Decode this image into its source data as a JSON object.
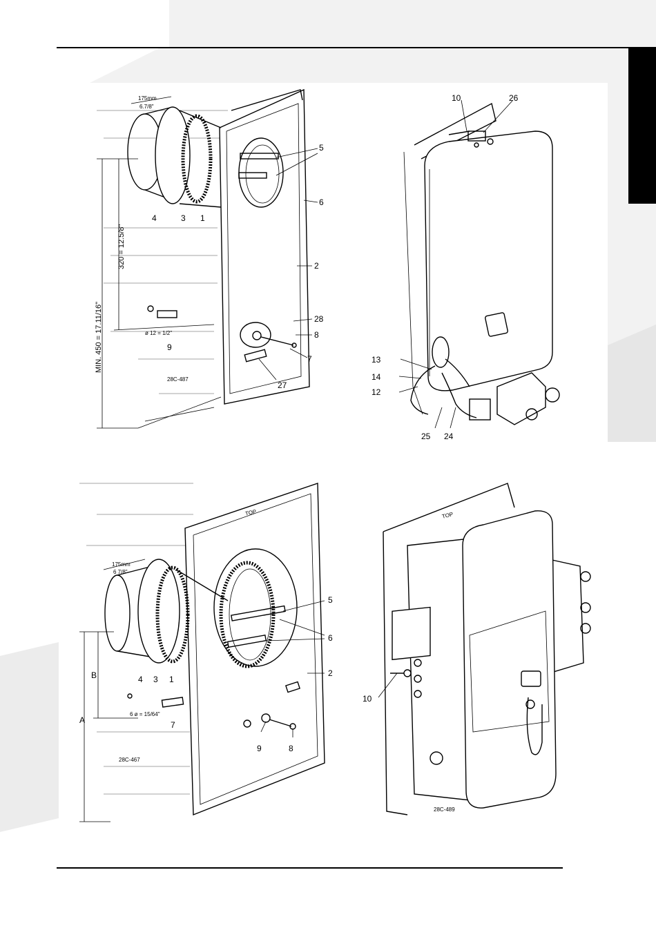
{
  "figures": {
    "top_left": {
      "dim_width": "175mm",
      "dim_width_inch": "6.7/8\"",
      "dim_height": "320 = 12.5/8\"",
      "dim_min": "MIN. 450 = 17.11/16\"",
      "dim_dia": "ø 12 = 1/2\"",
      "code": "28C-487",
      "callouts": [
        "1",
        "2",
        "3",
        "4",
        "5",
        "6",
        "7",
        "8",
        "9",
        "27",
        "28"
      ]
    },
    "top_right": {
      "callouts": [
        "10",
        "12",
        "13",
        "14",
        "24",
        "25",
        "26"
      ]
    },
    "bottom_left": {
      "dim_width": "175mm",
      "dim_width_inch": "6 7/8\"",
      "dim_dia": "6 ø = 15/64\"",
      "dim_a": "A",
      "dim_b": "B",
      "code": "28C-467",
      "top_word": "TOP",
      "callouts": [
        "1",
        "2",
        "3",
        "4",
        "5",
        "6",
        "7",
        "8",
        "9"
      ]
    },
    "bottom_right": {
      "callouts": [
        "10"
      ],
      "code": "28C-489",
      "top_word": "TOP"
    }
  },
  "colors": {
    "ink": "#000000",
    "shade": "#f0f0f0"
  }
}
